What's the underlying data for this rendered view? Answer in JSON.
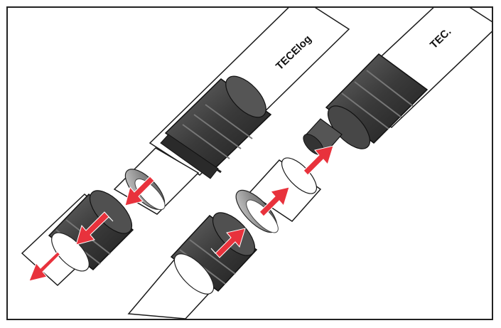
{
  "image": {
    "type": "installation-illustration",
    "elements": [
      "left-pipe-with-fitting-disconnected",
      "right-pipe-with-fitting-connected"
    ]
  },
  "labels": {
    "left_pipe_brand": "TECElog",
    "right_pipe_brand": "TEC."
  },
  "colors": {
    "frame_border": "#222222",
    "pipe_fill": "#ffffff",
    "pipe_outline": "#1a1a1a",
    "nut_dark": "#3a3a3a",
    "nut_mid": "#5a5a5a",
    "ring_grey": "#9a9a9a",
    "arrow_red": "#e8323c"
  },
  "icons": {
    "arrow": "direction-arrow-icon"
  }
}
